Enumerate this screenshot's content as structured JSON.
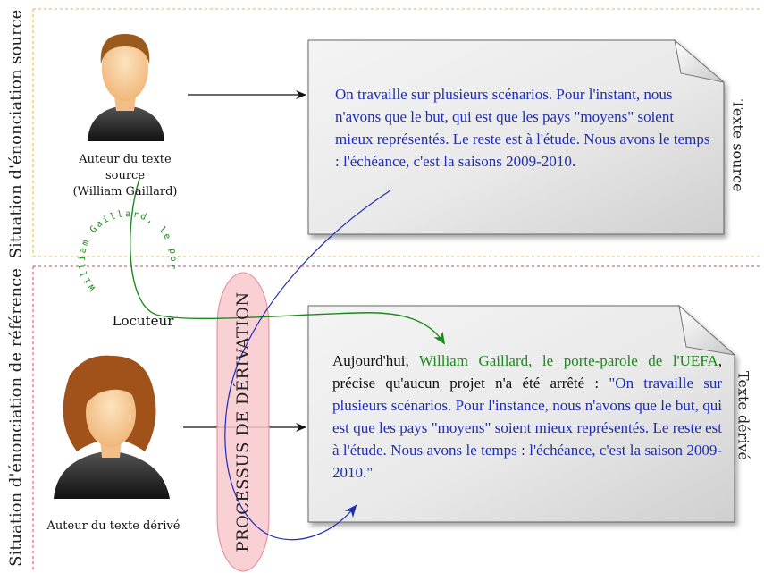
{
  "sections": {
    "source_situation": "Situation d'énonciation source",
    "reference_situation": "Situation d'énonciation de référence"
  },
  "source_author": {
    "line1": "Auteur du texte source",
    "line2": "(William Gaillard)"
  },
  "derived_author": {
    "label": "Auteur du texte dérivé"
  },
  "locuteur": "Locuteur",
  "speaker_arc_text": "William Gaillard, le porte-parole de l'UEFA",
  "process_label": "PROCESSUS DE DÉRIVATION",
  "source_doc": {
    "side_label": "Texte source",
    "text": "On travaille sur plusieurs scénarios. Pour l'instant, nous n'avons que le but, qui est que les pays \"moyens\" soient mieux représentés. Le reste est à l'étude. Nous avons le temps : l'échéance, c'est la saisons 2009-2010."
  },
  "derived_doc": {
    "side_label": "Texte dérivé",
    "intro": "Aujourd'hui, ",
    "speaker": "William Gaillard, le porte-parole de l'UEFA",
    "middle": ", précise qu'aucun projet n'a été arrêté : ",
    "quote": "\"On travaille sur plusieurs scénarios. Pour l'instance, nous n'avons que le but, qui est que les pays \"moyens\" soient mieux représentés. Le reste est à l'étude. Nous avons le temps : l'échéance, c'est la saison 2009-2010.\""
  },
  "colors": {
    "quote": "#1f2db3",
    "speaker": "#1a8a1a",
    "source_border": "#f0b030",
    "reference_border": "#e04050",
    "process_fill": "#f8c8cc"
  }
}
